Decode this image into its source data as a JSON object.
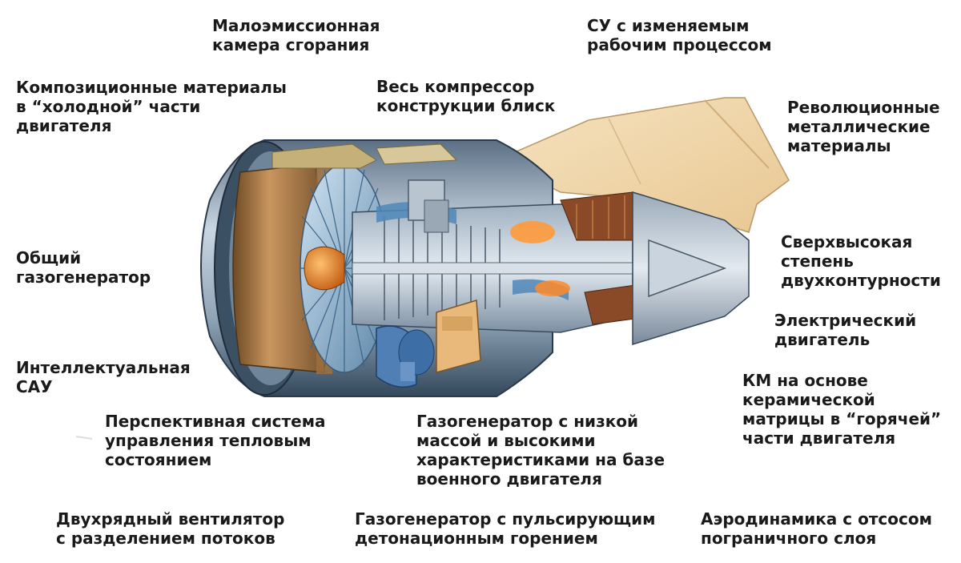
{
  "labels": {
    "low_emission_combustor": [
      "Малоэмиссионная",
      "камера сгорания"
    ],
    "variable_cycle": [
      "СУ с изменяемым",
      "рабочим процессом"
    ],
    "composites_cold": [
      "Композиционные материалы",
      "в “холодной” части",
      "двигателя"
    ],
    "blisk_compressor": [
      "Весь компрессор",
      "конструкции блиск"
    ],
    "revolutionary_metals": [
      "Революционные",
      "металлические",
      "материалы"
    ],
    "common_core": [
      "Общий",
      "газогенератор"
    ],
    "ultra_high_bypass": [
      "Сверхвысокая",
      "степень",
      "двухконтурности"
    ],
    "electric_engine": [
      "Электрический",
      "двигатель"
    ],
    "intelligent_acs": [
      "Интеллектуальная",
      "САУ"
    ],
    "cmc_hot": [
      "КМ на основе",
      "керамической",
      "матрицы в “горячей”",
      "части двигателя"
    ],
    "thermal_management": [
      "Перспективная система",
      "управления тепловым",
      "состоянием"
    ],
    "low_mass_core": [
      "Газогенератор с низкой",
      "массой и высокими",
      "характеристиками на базе",
      "военного двигателя"
    ],
    "two_stage_fan": [
      "Двухрядный вентилятор",
      "с разделением потоков"
    ],
    "pulse_detonation": [
      "Газогенератор с пульсирующим",
      "детонационным горением"
    ],
    "boundary_layer_suction": [
      "Аэродинамика с отсосом",
      "пограничного слоя"
    ]
  }
}
